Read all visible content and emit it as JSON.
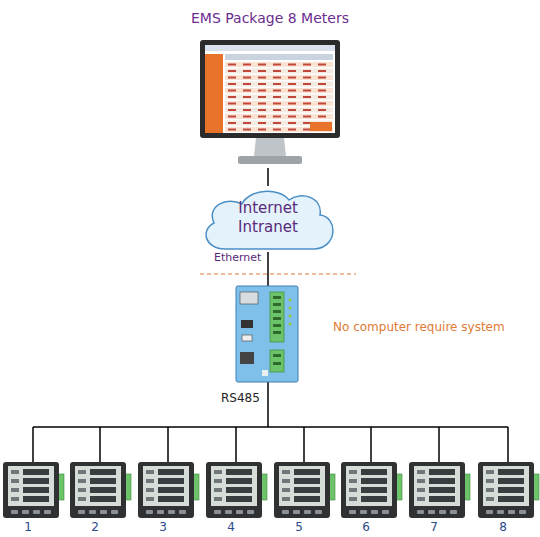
{
  "diagram": {
    "nodes": [
      {
        "text": [
          "EMS Package 8 Meters"
        ]
      },
      {
        "text": [
          "Internet Intranet"
        ]
      },
      {
        "text": [
          "1"
        ]
      },
      {
        "text": [
          "2"
        ]
      },
      {
        "text": [
          "3"
        ]
      },
      {
        "text": [
          "4"
        ]
      },
      {
        "text": [
          "5"
        ]
      },
      {
        "text": [
          "6"
        ]
      },
      {
        "text": [
          "7"
        ]
      },
      {
        "text": [
          "8"
        ]
      }
    ],
    "edges": [
      {
        "from": 0,
        "to": 1,
        "arrow": "none"
      }
    ],
    "labels": [
      "Ethernet",
      "No computer require system",
      "RS485"
    ]
  }
}
